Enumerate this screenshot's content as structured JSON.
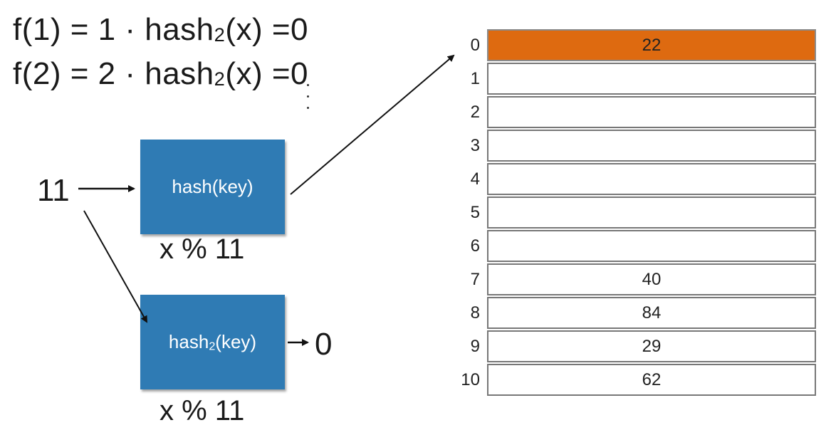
{
  "formulas": [
    {
      "prefix": "f(1) = 1 · hash",
      "sub": "2",
      "suffix": "(x) =0"
    },
    {
      "prefix": "f(2) = 2 · hash",
      "sub": "2",
      "suffix": "(x) =0"
    }
  ],
  "input_key": "11",
  "hash1": {
    "label": "hash(key)",
    "caption": "x % 11"
  },
  "hash2": {
    "prefix": "hash",
    "sub": "2",
    "suffix": "(key)",
    "caption": "x % 11",
    "result": "0"
  },
  "table": {
    "highlight_color": "#de6a10",
    "rows": [
      {
        "index": "0",
        "value": "22",
        "highlight": true
      },
      {
        "index": "1",
        "value": ""
      },
      {
        "index": "2",
        "value": ""
      },
      {
        "index": "3",
        "value": ""
      },
      {
        "index": "4",
        "value": ""
      },
      {
        "index": "5",
        "value": ""
      },
      {
        "index": "6",
        "value": ""
      },
      {
        "index": "7",
        "value": "40"
      },
      {
        "index": "8",
        "value": "84"
      },
      {
        "index": "9",
        "value": "29"
      },
      {
        "index": "10",
        "value": "62"
      }
    ]
  }
}
